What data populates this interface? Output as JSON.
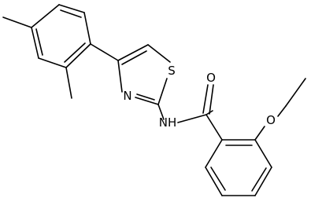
{
  "molecule": {
    "atoms": {
      "sulfur": "S",
      "thiazole_nitrogen": "N",
      "amide_nh": "NH",
      "carbonyl_oxygen": "O",
      "ether_oxygen": "O"
    }
  }
}
